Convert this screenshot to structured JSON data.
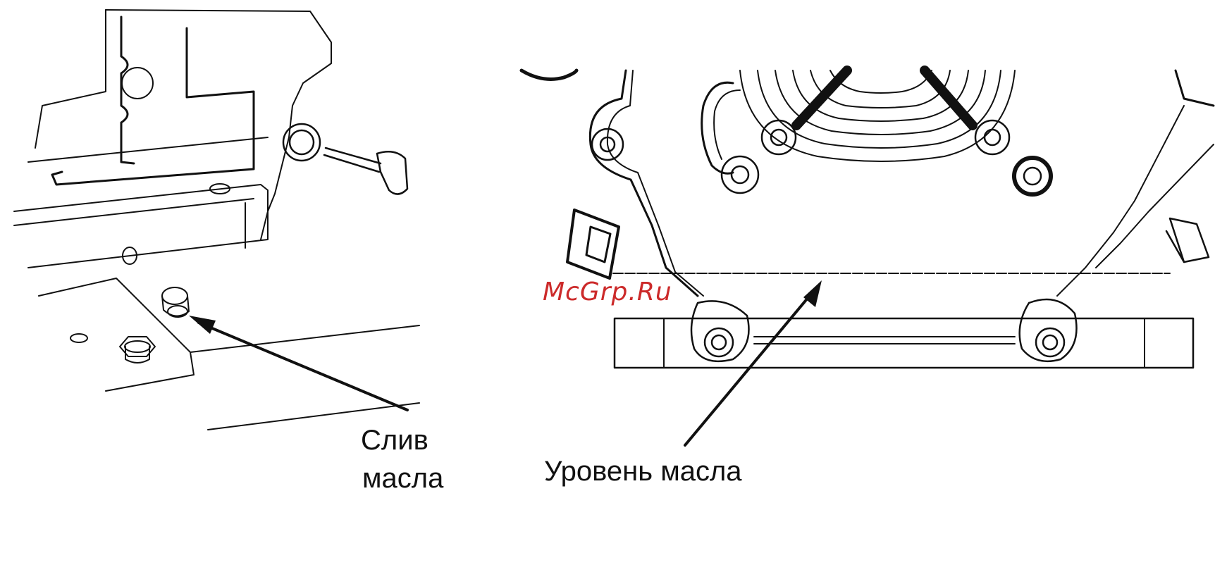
{
  "diagram": {
    "drain_label_line1": "Слив",
    "drain_label_line2": "масла",
    "level_label": "Уровень масла",
    "watermark": "McGrp.Ru"
  },
  "colors": {
    "line": "#111111",
    "background": "#ffffff",
    "watermark": "#cc2a2a"
  }
}
